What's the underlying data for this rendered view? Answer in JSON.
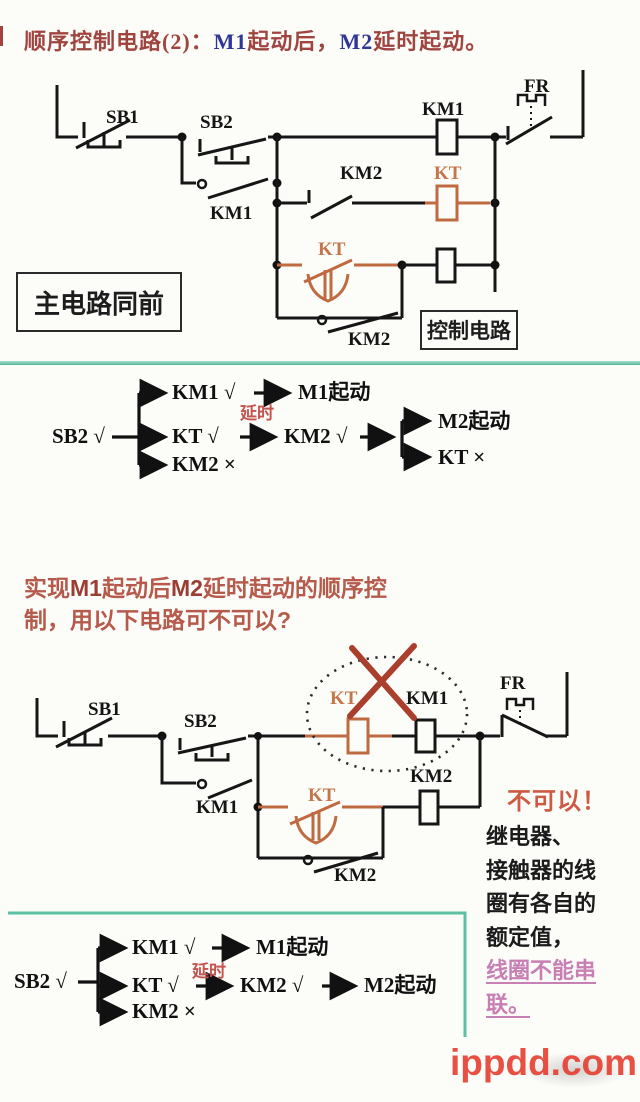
{
  "title": {
    "part1": "顺序控制电路(2)：",
    "m1": "M1",
    "part2": "起动后，",
    "m2": "M2",
    "part3": "延时起动。"
  },
  "circuit1": {
    "sb1": "SB1",
    "sb2": "SB2",
    "km1_latch": "KM1",
    "km1_coil": "KM1",
    "fr": "FR",
    "km2_nc": "KM2",
    "kt_coil": "KT",
    "kt_contact": "KT",
    "km2_latch": "KM2",
    "km2_coil": "KM2",
    "main_box": "主电路同前",
    "control_box": "控制电路"
  },
  "flow1": {
    "start": "SB2 √",
    "b1_item": "KM1 √",
    "b1_result": "M1起动",
    "delay": "延时",
    "b2_item": "KT √",
    "b2_next": "KM2 √",
    "b2_result1": "M2起动",
    "b2_result2": "KT ×",
    "b3_item": "KM2 ×"
  },
  "question": {
    "p1": "实现",
    "m1": "M1",
    "p2": "起动后",
    "m2": "M2",
    "p3": "延时起动的顺序控",
    "line2": "制，用以下电路可不可以?"
  },
  "circuit2": {
    "sb1": "SB1",
    "sb2": "SB2",
    "km1_latch": "KM1",
    "kt_coil": "KT",
    "km1_coil": "KM1",
    "km2_coil": "KM2",
    "kt_contact": "KT",
    "km2_latch": "KM2",
    "fr": "FR",
    "verdict": "不可以！"
  },
  "note": {
    "l1": "继电器、",
    "l2": "接触器的线",
    "l3": "圈有各自的",
    "l4": "额定值，",
    "l5": "线圈不能串",
    "l6": "联。"
  },
  "flow2": {
    "start": "SB2 √",
    "b1_item": "KM1 √",
    "b1_result": "M1起动",
    "delay": "延时",
    "b2_item": "KT √",
    "b2_next": "KM2 √",
    "b2_result": "M2起动",
    "b3_item": "KM2 ×"
  },
  "watermark": "ippdd.com",
  "colors": {
    "title_red": "#a04440",
    "navy": "#2f3694",
    "orange": "#bf6a40",
    "delay_red": "#c5544e",
    "verdict_red": "#cd5a43",
    "pink": "#c77fb4",
    "teal": "#5cc0a2",
    "x_red": "#a93f2c",
    "watermark_red": "#e6392b",
    "ink": "#161616"
  }
}
